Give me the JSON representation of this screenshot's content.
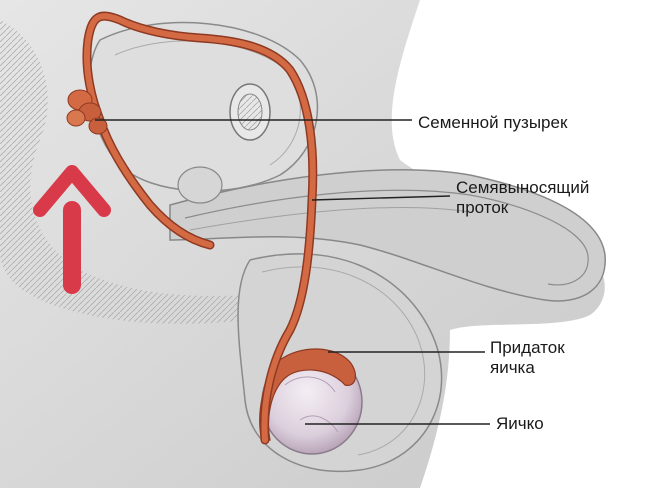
{
  "labels": {
    "seminal_vesicle": "Семенной пузырек",
    "vas_deferens_line1": "Семявыносящий",
    "vas_deferens_line2": "проток",
    "epididymis_line1": "Придаток",
    "epididymis_line2": "яичка",
    "testis": "Яичко"
  },
  "colors": {
    "duct": "#c8603e",
    "duct_dark": "#8e3a22",
    "arrow": "#d93a4a",
    "testis": "#e9dfe8",
    "tissue": "#d9d9d9",
    "tissue_dark": "#9a9a9a",
    "leader_line": "#222222"
  },
  "icons": {
    "arrow": "up-arrow-icon"
  }
}
